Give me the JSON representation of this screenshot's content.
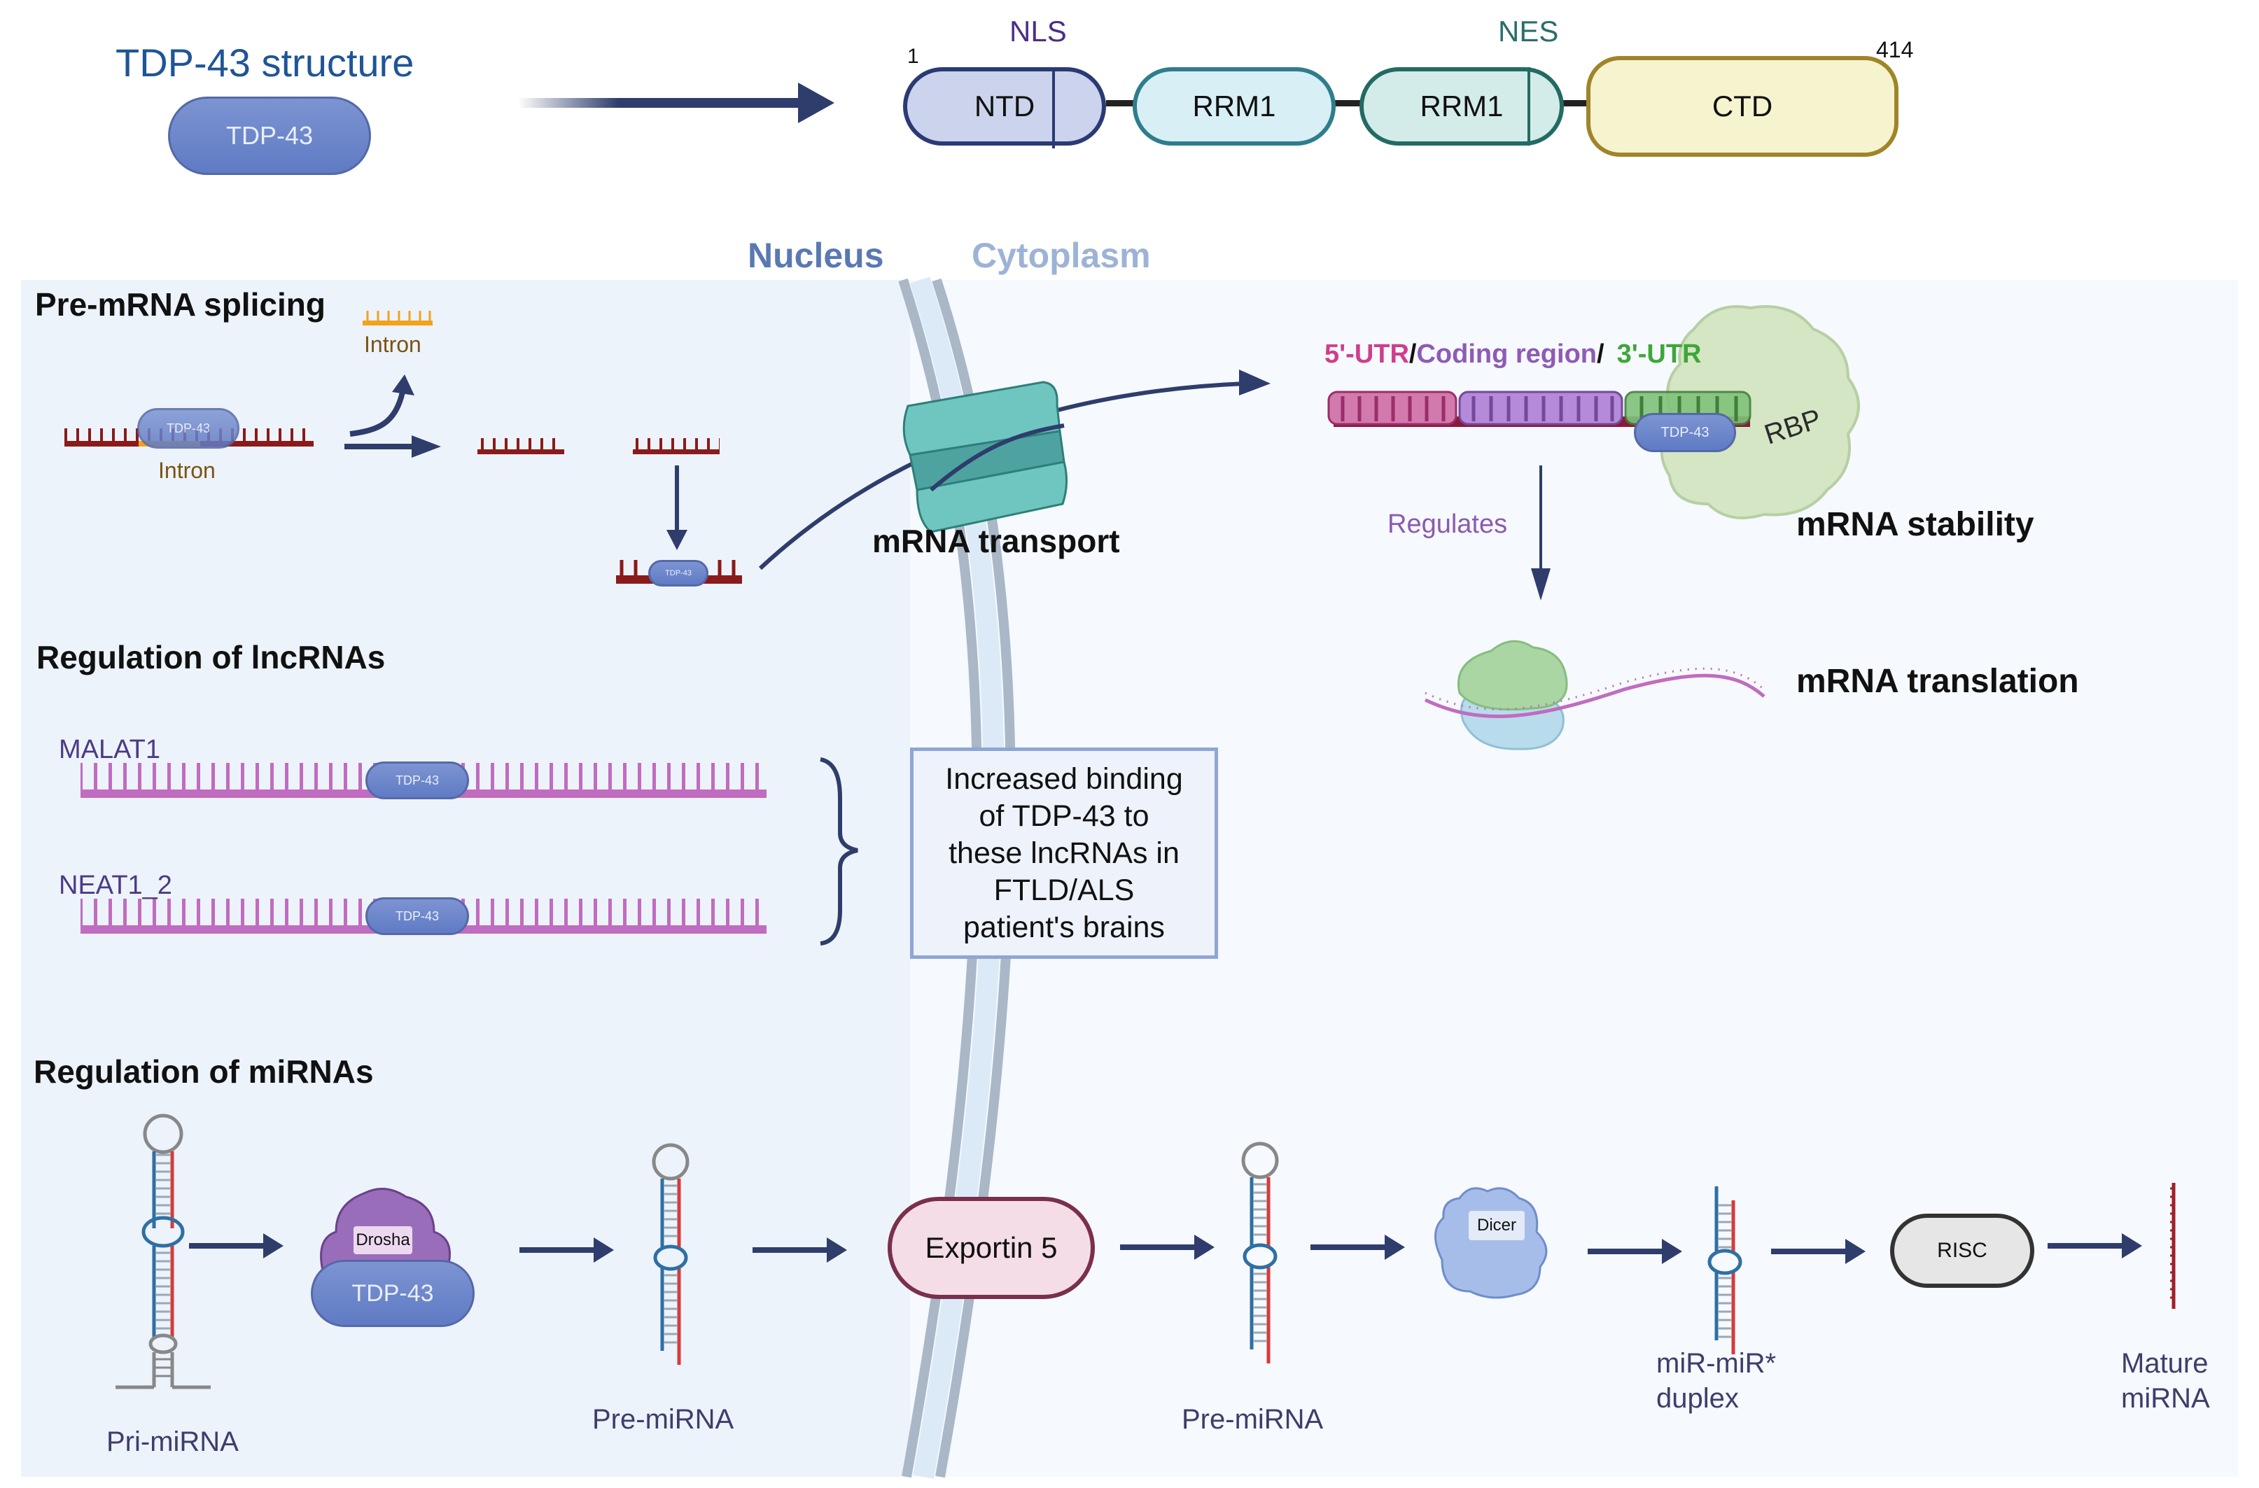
{
  "header": {
    "title": "TDP-43 structure",
    "protein_label": "TDP-43"
  },
  "domains": {
    "start_index": "1",
    "end_index": "414",
    "nls_label": "NLS",
    "nes_label": "NES",
    "items": [
      {
        "label": "NTD",
        "fill": "#ccd3ec",
        "stroke": "#2b3a73"
      },
      {
        "label": "RRM1",
        "fill": "#d8eff5",
        "stroke": "#2f7d8c"
      },
      {
        "label": "RRM1",
        "fill": "#d4ece9",
        "stroke": "#226b62"
      },
      {
        "label": "CTD",
        "fill": "#f6f3cf",
        "stroke": "#a08528"
      }
    ]
  },
  "compartments": {
    "nucleus": "Nucleus",
    "cytoplasm": "Cytoplasm"
  },
  "splicing": {
    "title": "Pre-mRNA splicing",
    "intron_label": "Intron",
    "intron_released_label": "Intron",
    "tdp_label": "TDP-43"
  },
  "transport": {
    "label": "mRNA transport"
  },
  "stability": {
    "region_5utr": "5'-UTR",
    "separator1": "/",
    "region_coding": "Coding region",
    "separator2": "/",
    "region_3utr": "3'-UTR",
    "rbp_label": "RBP",
    "tdp_label": "TDP-43",
    "label": "mRNA stability",
    "regulates_label": "Regulates",
    "colors": {
      "utr5": "#d03d8d",
      "coding": "#8e5bb5",
      "utr3": "#3fa63a"
    }
  },
  "translation": {
    "label": "mRNA translation"
  },
  "lncrna": {
    "title": "Regulation of lncRNAs",
    "items": [
      {
        "name": "MALAT1",
        "tdp_label": "TDP-43"
      },
      {
        "name": "NEAT1_2",
        "tdp_label": "TDP-43"
      }
    ],
    "note": "Increased binding\nof TDP-43 to\nthese lncRNAs in\nFTLD/ALS\npatient's brains"
  },
  "mirna": {
    "title": "Regulation of miRNAs",
    "pri_label": "Pri-miRNA",
    "drosha_label": "Drosha",
    "tdp_label": "TDP-43",
    "pre_label_nuc": "Pre-miRNA",
    "exportin_label": "Exportin 5",
    "pre_label_cyt": "Pre-miRNA",
    "dicer_label": "Dicer",
    "duplex_label_line1": "miR-miR*",
    "duplex_label_line2": "duplex",
    "risc_label": "RISC",
    "mature_label_line1": "Mature",
    "mature_label_line2": "miRNA"
  }
}
